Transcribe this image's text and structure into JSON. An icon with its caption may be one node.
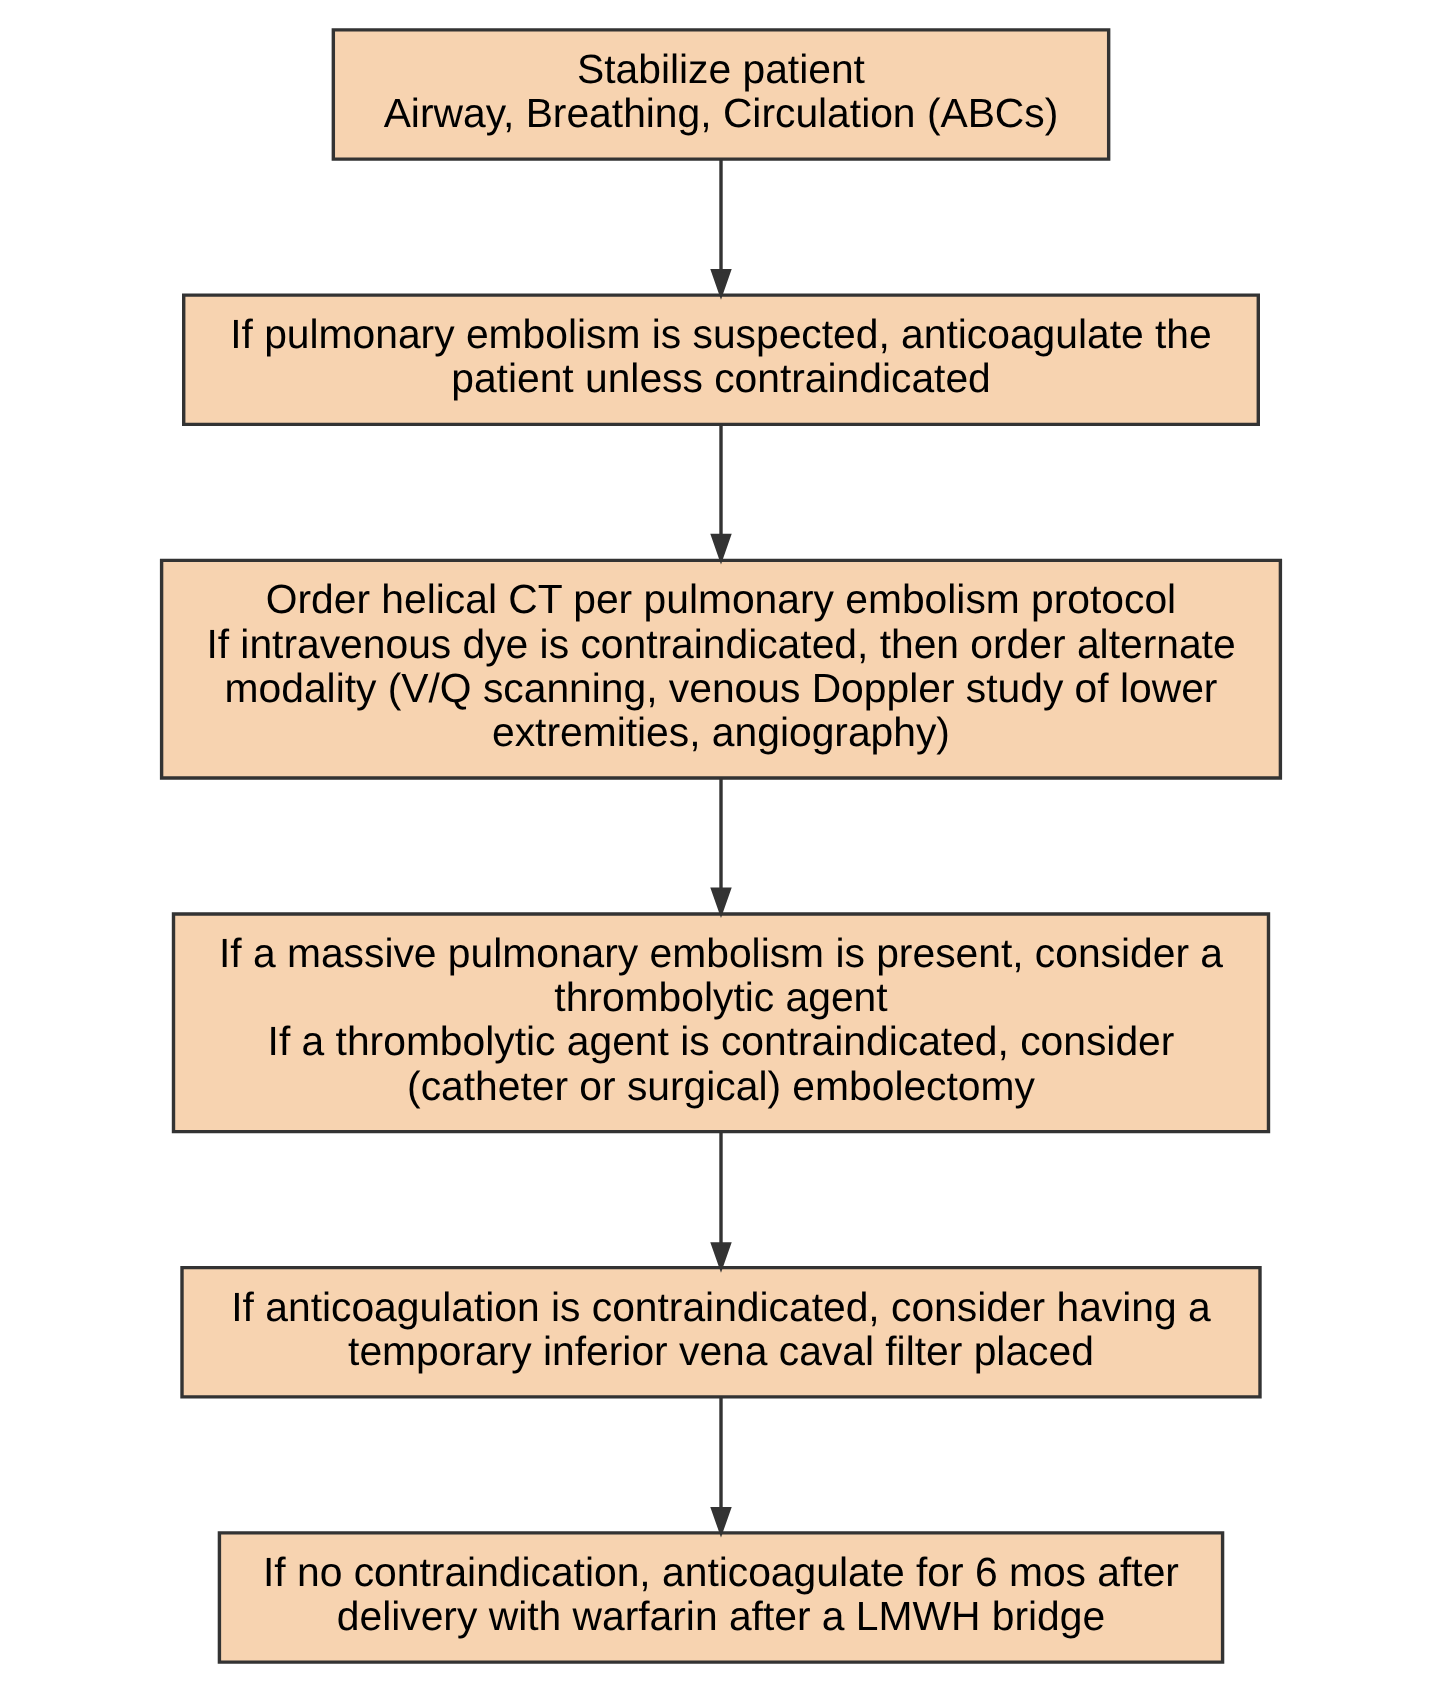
{
  "diagram": {
    "nodes": [
      {
        "text": [
          "Stabilize patient",
          "Airway, Breathing, Circulation (ABCs)"
        ]
      },
      {
        "text": [
          "If pulmonary embolism is suspected, anticoagulate the patient unless contraindicated"
        ]
      },
      {
        "text": [
          "Order helical CT per pulmonary embolism protocol",
          "If intravenous dye is contraindicated, then order alternate modality (V/Q scanning, venous Doppler study of lower extremities, angiography)"
        ]
      },
      {
        "text": [
          "If a massive pulmonary embolism is present, consider a thrombolytic agent",
          "If a thrombolytic agent is contraindicated, consider (catheter or surgical) embolectomy"
        ]
      },
      {
        "text": [
          "If anticoagulation is contraindicated, consider having a temporary inferior vena caval filter placed"
        ]
      },
      {
        "text": [
          "If no contraindication, anticoagulate for 6 mos after delivery with warfarin after a LMWH bridge"
        ]
      }
    ],
    "edges": [
      {
        "from": 0,
        "to": 1,
        "arrow": "to"
      },
      {
        "from": 1,
        "to": 2,
        "arrow": "to"
      },
      {
        "from": 2,
        "to": 3,
        "arrow": "to"
      },
      {
        "from": 3,
        "to": 4,
        "arrow": "to"
      },
      {
        "from": 4,
        "to": 5,
        "arrow": "to"
      }
    ]
  }
}
